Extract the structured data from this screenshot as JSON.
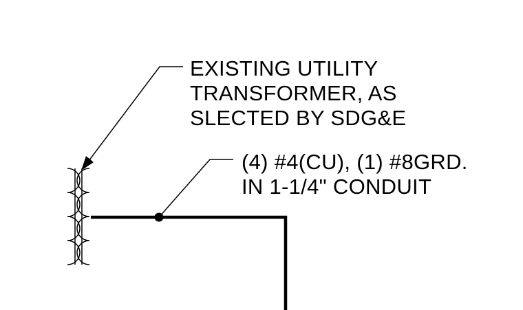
{
  "colors": {
    "ink": "#000000",
    "background": "#ffffff"
  },
  "notes": {
    "transformer": {
      "line1": "EXISTING UTILITY",
      "line2": "TRANSFORMER, AS",
      "line3": "SLECTED BY SDG&E"
    },
    "conduit": {
      "line1": "(4) #4(CU), (1) #8GRD.",
      "line2": "IN 1-1/4\" CONDUIT"
    }
  }
}
